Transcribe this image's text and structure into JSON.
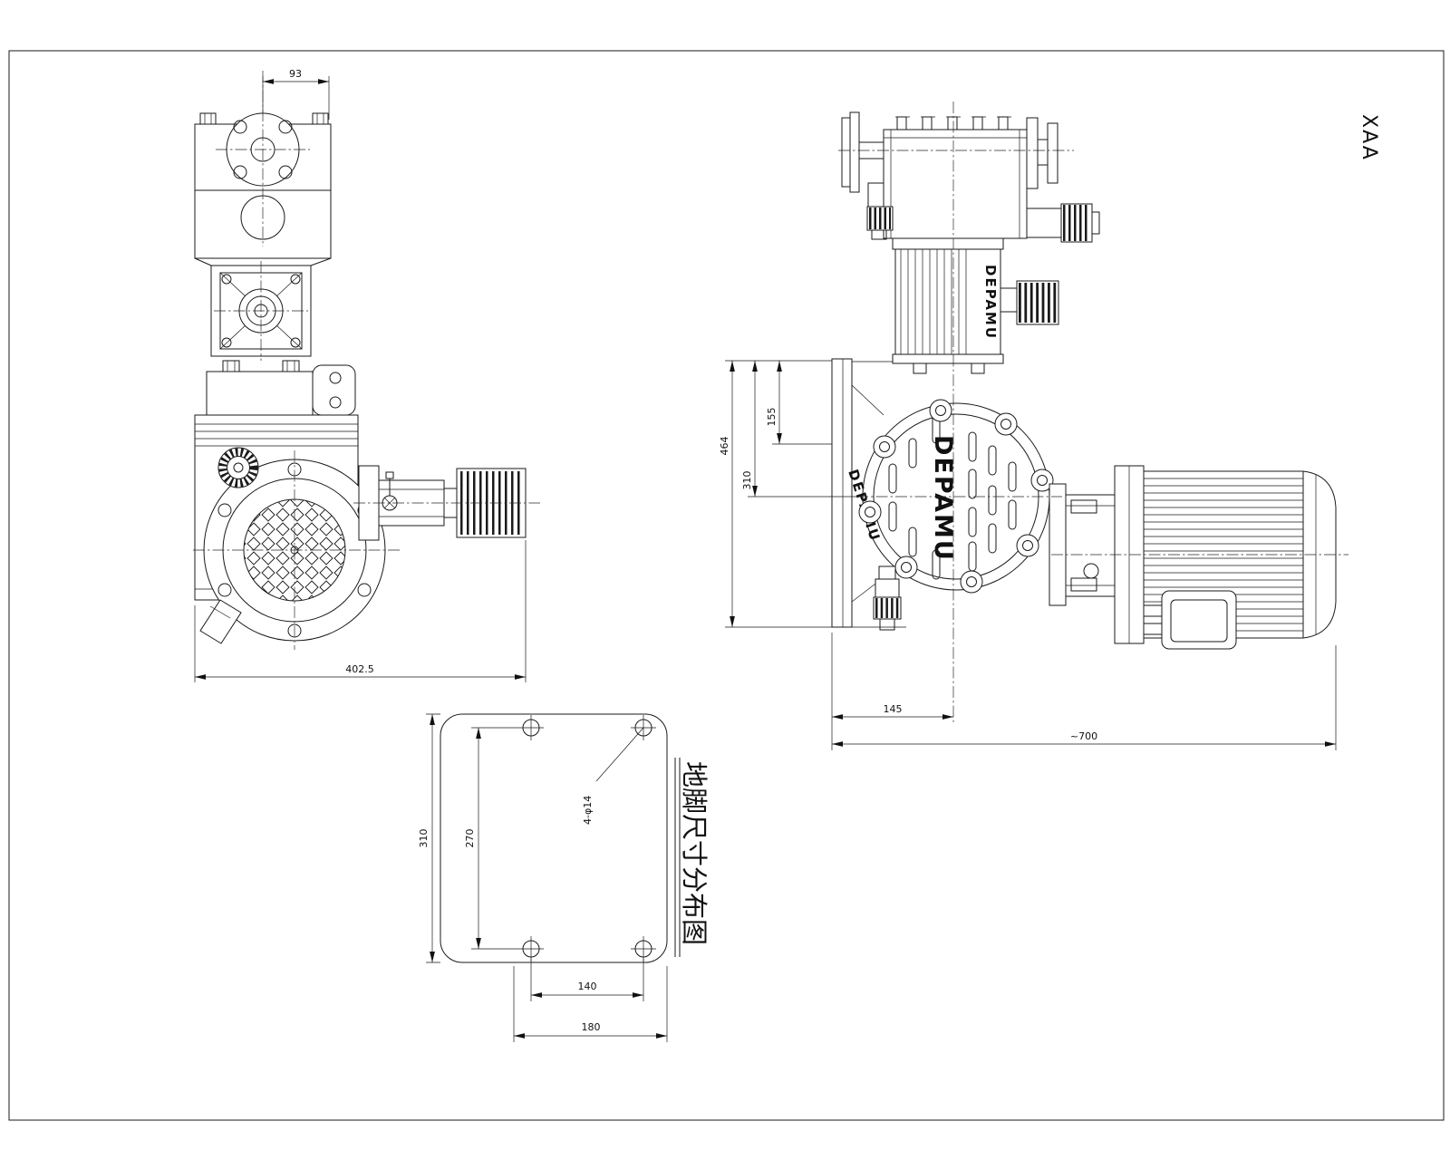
{
  "sheet": {
    "view_code": "XAA",
    "brand": "DEPAMU",
    "footprint_title": "地脚尺寸分布图"
  },
  "front_view": {
    "dim_flange_offset": "93",
    "dim_overall_width": "402.5"
  },
  "side_view": {
    "dim_height_overall": "464",
    "dim_height_upper": "155",
    "dim_height_mid": "310",
    "dim_center_offset": "145",
    "dim_length_overall": "~700"
  },
  "footprint": {
    "dim_plate_length": "310",
    "dim_hole_pitch_long": "270",
    "dim_hole_pitch_short": "140",
    "dim_plate_width": "180",
    "dim_holes_note": "4-φ14"
  }
}
